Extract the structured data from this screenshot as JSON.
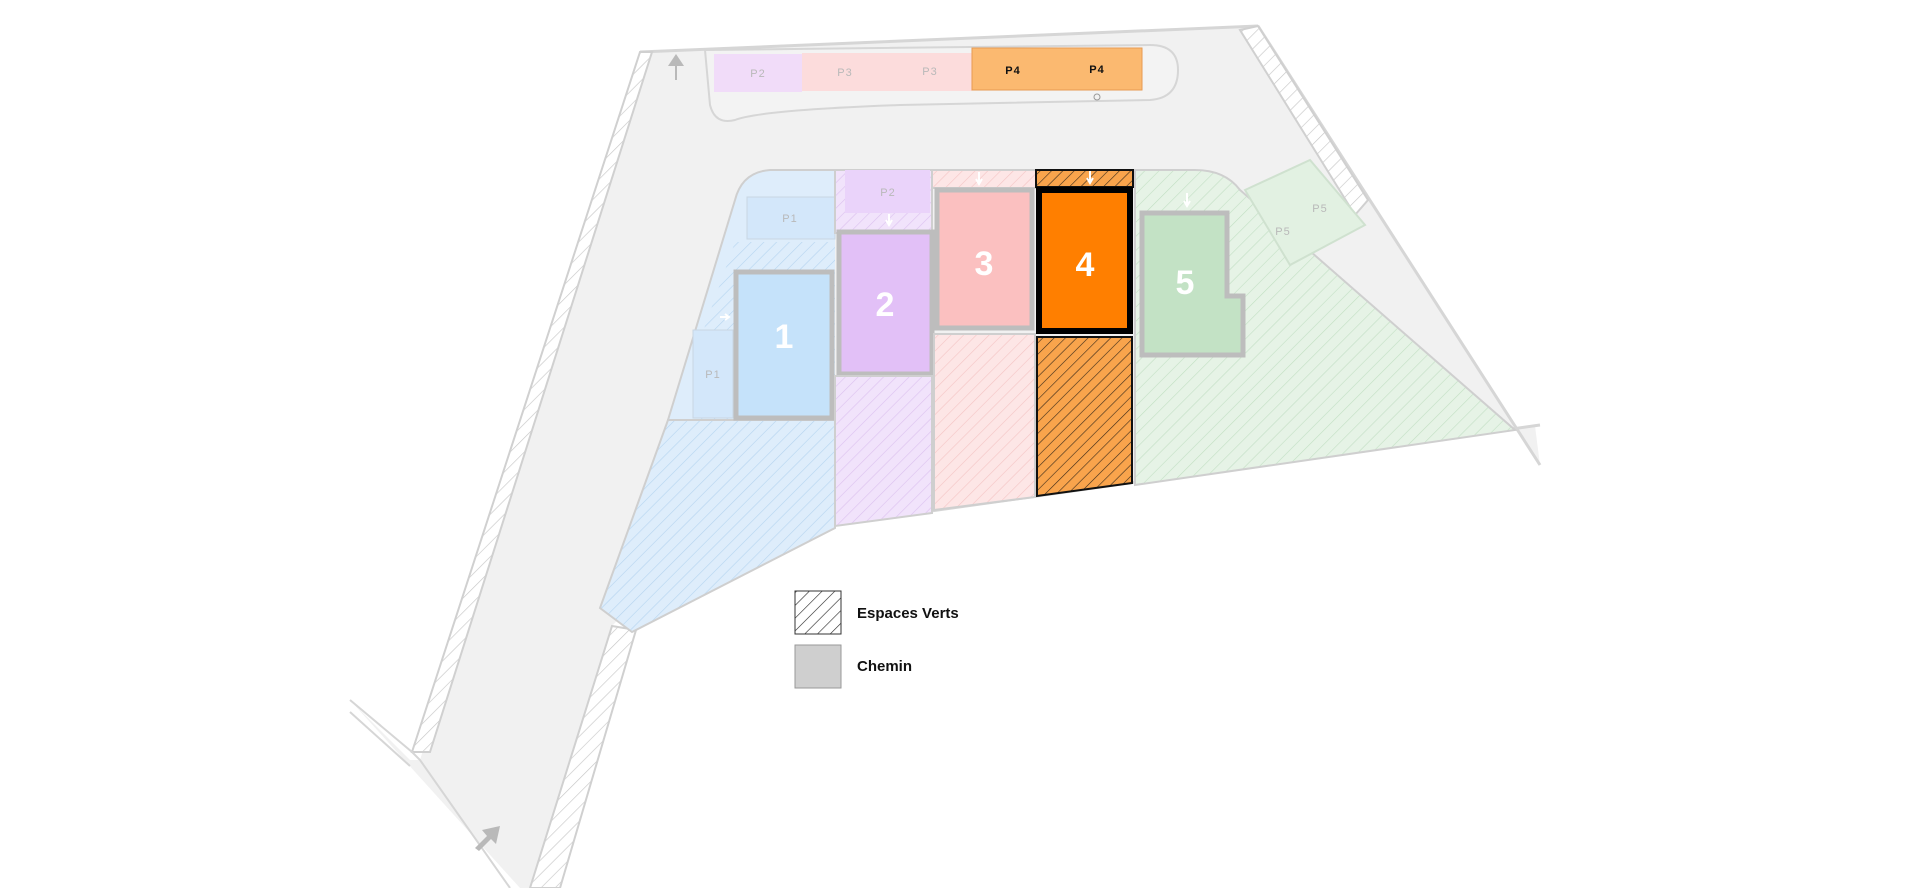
{
  "plan": {
    "lots": [
      {
        "label": "1",
        "color": "#c5e2fa"
      },
      {
        "label": "2",
        "color": "#e2c0f7"
      },
      {
        "label": "3",
        "color": "#fbc0c0"
      },
      {
        "label": "4",
        "color": "#ff7f00"
      },
      {
        "label": "5",
        "color": "#c3e2c5"
      }
    ],
    "parking": {
      "strip": [
        "P2",
        "P3",
        "P3",
        "P4",
        "P4"
      ],
      "lot1": [
        "P1",
        "P1"
      ],
      "lot2": "P2",
      "lot5": [
        "P5",
        "P5"
      ]
    },
    "selected_lot": "4"
  },
  "legend": {
    "items": [
      {
        "label": "Espaces Verts",
        "icon": "hatch-swatch"
      },
      {
        "label": "Chemin",
        "icon": "grey-swatch"
      }
    ]
  }
}
